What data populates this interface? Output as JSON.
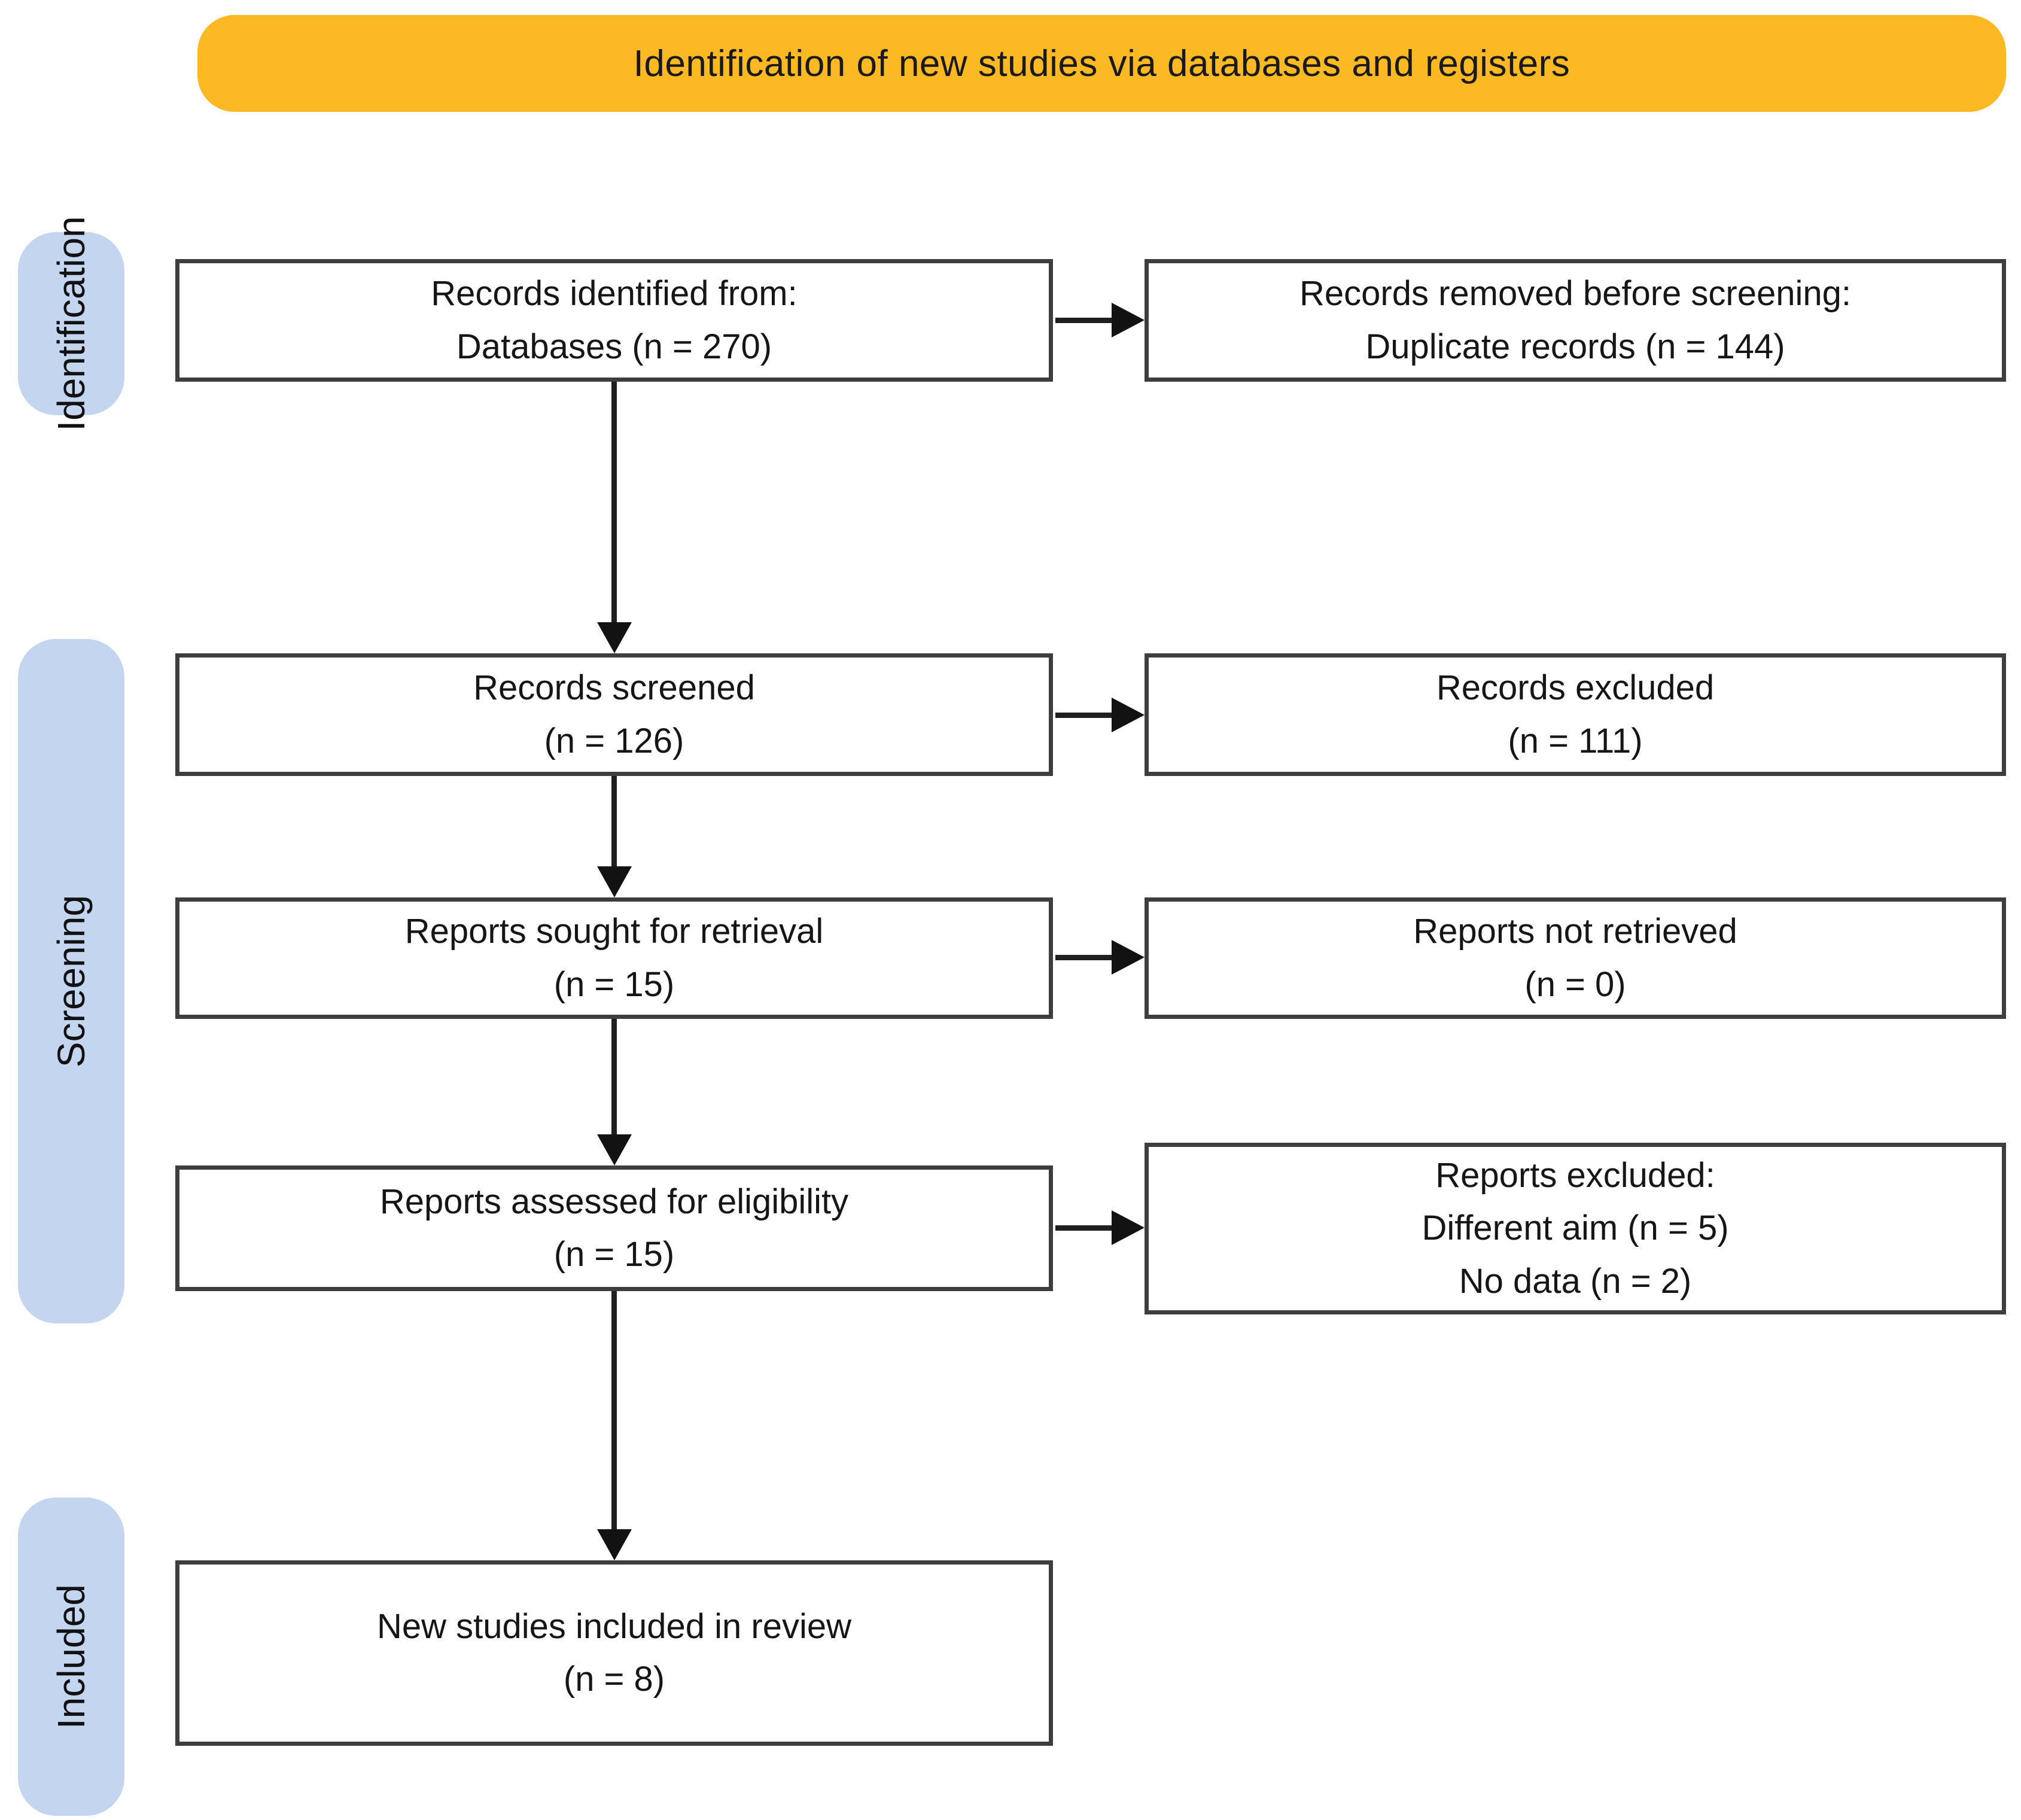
{
  "banner": {
    "label": "Identification of new studies via databases and registers"
  },
  "stage_labels": [
    {
      "label": "Identification"
    },
    {
      "label": "Screening"
    },
    {
      "label": "Included"
    }
  ],
  "flow": {
    "left_column": [
      {
        "lines": [
          "Records identified from:",
          "Databases (n = 270)"
        ]
      },
      {
        "lines": [
          "Records screened",
          "(n = 126)"
        ]
      },
      {
        "lines": [
          "Reports sought for retrieval",
          "(n = 15)"
        ]
      },
      {
        "lines": [
          "Reports assessed for eligibility",
          "(n = 15)"
        ]
      },
      {
        "lines": [
          "New studies included in review",
          "(n = 8)"
        ]
      }
    ],
    "right_column": [
      {
        "lines": [
          "Records removed before screening:",
          "Duplicate records (n = 144)"
        ]
      },
      {
        "lines": [
          "Records excluded",
          "(n = 111)"
        ]
      },
      {
        "lines": [
          "Reports not retrieved",
          "(n = 0)"
        ]
      },
      {
        "lines": [
          "Reports excluded:",
          "Different aim (n = 5)",
          "No data (n = 2)"
        ]
      }
    ]
  },
  "colors": {
    "banner_bg": "#FCB923",
    "stage_pill_bg": "#C4D5F0",
    "box_border": "#3E3E3E",
    "arrow": "#1F1F1F",
    "text": "#161616",
    "background": "#FFFFFF"
  }
}
